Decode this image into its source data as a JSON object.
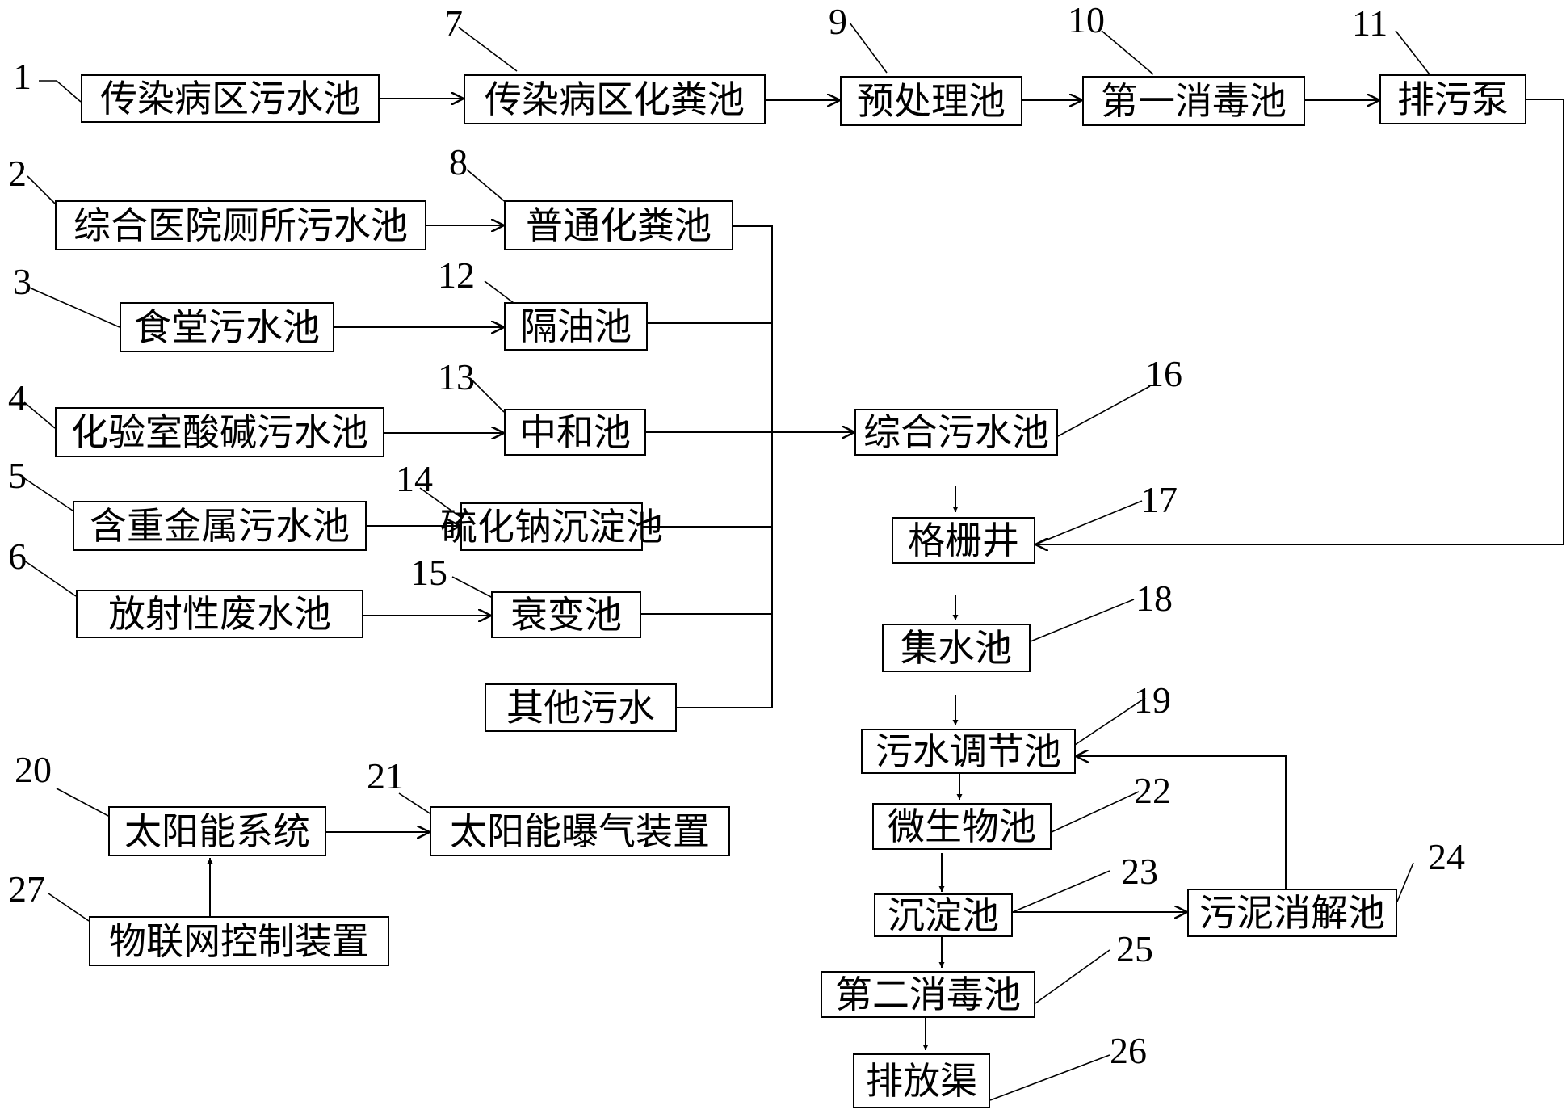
{
  "nodes": {
    "n1": {
      "label": "传染病区污水池",
      "num": "1"
    },
    "n2": {
      "label": "综合医院厕所污水池",
      "num": "2"
    },
    "n3": {
      "label": "食堂污水池",
      "num": "3"
    },
    "n4": {
      "label": "化验室酸碱污水池",
      "num": "4"
    },
    "n5": {
      "label": "含重金属污水池",
      "num": "5"
    },
    "n6": {
      "label": "放射性废水池",
      "num": "6"
    },
    "n7": {
      "label": "传染病区化粪池",
      "num": "7"
    },
    "n8": {
      "label": "普通化粪池",
      "num": "8"
    },
    "n9": {
      "label": "预处理池",
      "num": "9"
    },
    "n10": {
      "label": "第一消毒池",
      "num": "10"
    },
    "n11": {
      "label": "排污泵",
      "num": "11"
    },
    "n12": {
      "label": "隔油池",
      "num": "12"
    },
    "n13": {
      "label": "中和池",
      "num": "13"
    },
    "n14": {
      "label": "硫化钠沉淀池",
      "num": "14"
    },
    "n15": {
      "label": "衰变池",
      "num": "15"
    },
    "n16": {
      "label": "综合污水池",
      "num": "16"
    },
    "n17": {
      "label": "格栅井",
      "num": "17"
    },
    "n18": {
      "label": "集水池",
      "num": "18"
    },
    "n19": {
      "label": "污水调节池",
      "num": "19"
    },
    "n20": {
      "label": "太阳能系统",
      "num": "20"
    },
    "n21": {
      "label": "太阳能曝气装置",
      "num": "21"
    },
    "n22": {
      "label": "微生物池",
      "num": "22"
    },
    "n23": {
      "label": "沉淀池",
      "num": "23"
    },
    "n24": {
      "label": "污泥消解池",
      "num": "24"
    },
    "n25": {
      "label": "第二消毒池",
      "num": "25"
    },
    "n26": {
      "label": "排放渠",
      "num": "26"
    },
    "n27": {
      "label": "物联网控制装置",
      "num": "27"
    },
    "other": {
      "label": "其他污水"
    }
  }
}
